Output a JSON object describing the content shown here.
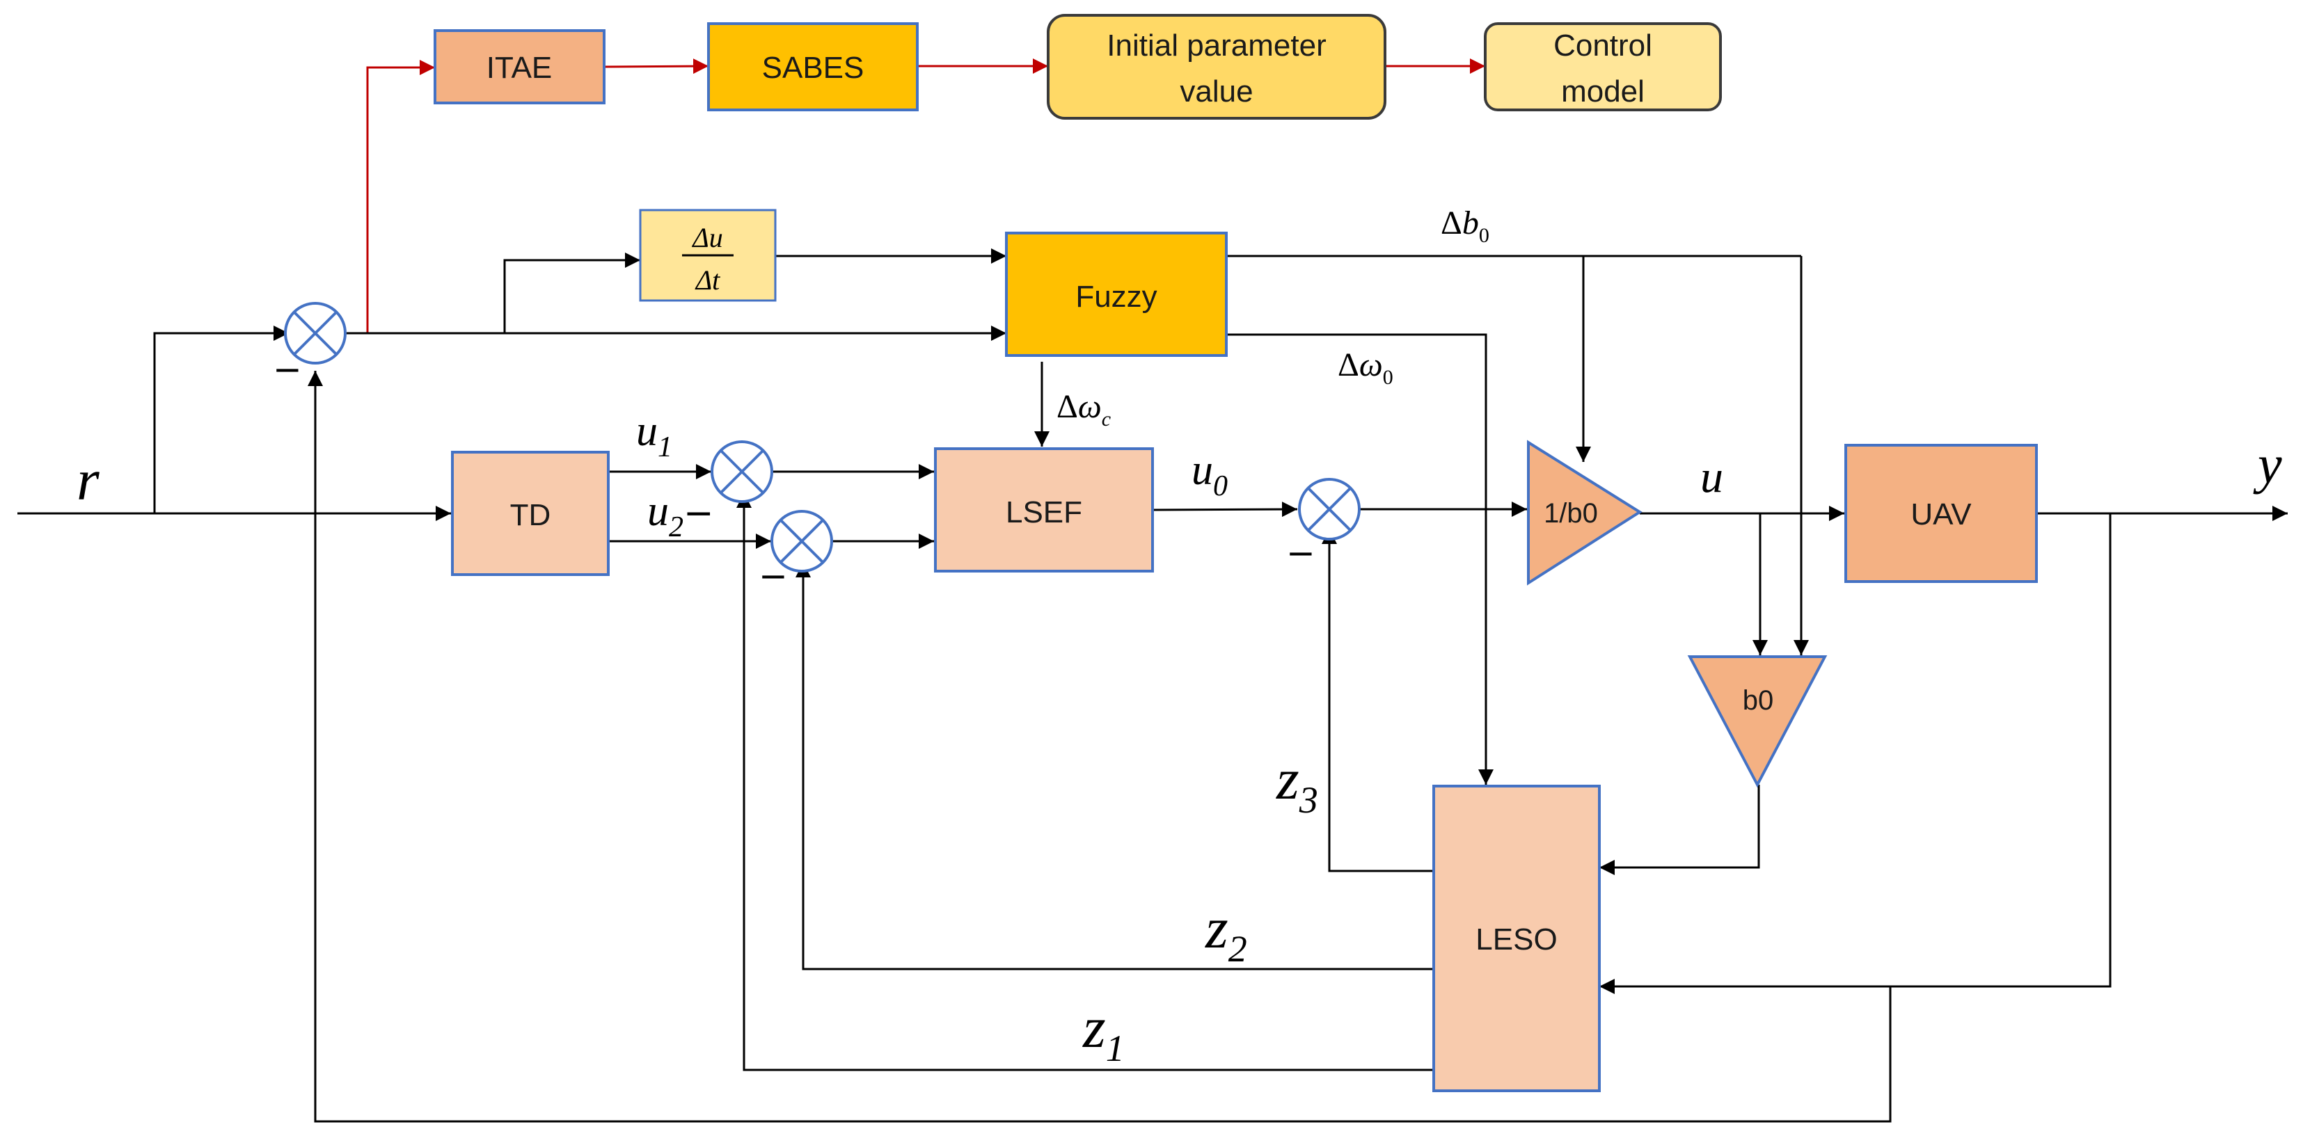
{
  "blocks": {
    "itae": "ITAE",
    "sabes": "SABES",
    "initial_param_line1": "Initial parameter",
    "initial_param_line2": "value",
    "control_model_line1": "Control",
    "control_model_line2": "model",
    "du_num": "Δu",
    "du_den": "Δt",
    "fuzzy": "Fuzzy",
    "td": "TD",
    "lsef": "LSEF",
    "inv_b0": "1/b0",
    "uav": "UAV",
    "b0": "b0",
    "leso": "LESO"
  },
  "signals": {
    "r": "r",
    "y": "y",
    "u": "u",
    "u1_base": "u",
    "u1_sub": "1",
    "u2_base": "u",
    "u2_sub": "2",
    "u2_suffix": "−",
    "u0_base": "u",
    "u0_sub": "0",
    "z1_base": "z",
    "z1_sub": "1",
    "z2_base": "z",
    "z2_sub": "2",
    "z3_base": "z",
    "z3_sub": "3",
    "delta_b0_delta": "Δ",
    "delta_b0_base": "b",
    "delta_b0_sub": "0",
    "delta_w0_delta": "Δ",
    "delta_w0_base": "ω",
    "delta_w0_sub": "0",
    "delta_wc_delta": "Δ",
    "delta_wc_base": "ω",
    "delta_wc_sub": "c",
    "minus": "−"
  },
  "colors": {
    "itae_fill": "#f4b183",
    "sabes_fill": "#ffc000",
    "initial_param_fill": "#ffd966",
    "control_model_fill": "#ffe699",
    "du_fill": "#ffe699",
    "fuzzy_fill": "#ffc000",
    "td_fill": "#f8cbad",
    "lsef_fill": "#f8cbad",
    "gain_fill": "#f4b183",
    "uav_fill": "#f4b183",
    "leso_fill": "#f8cbad",
    "box_stroke": "#4472c4",
    "rounded_stroke": "#3a3a3a",
    "summing_stroke": "#4472c4",
    "top_chain_arrow": "#c00000"
  }
}
